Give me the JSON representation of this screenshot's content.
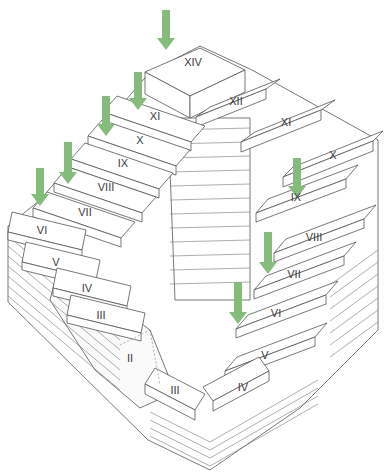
{
  "diagram": {
    "labels": [
      "XIV",
      "XII",
      "XI",
      "XI",
      "X",
      "X",
      "IX",
      "IX",
      "VIII",
      "VIII",
      "VII",
      "VII",
      "VI",
      "VI",
      "V",
      "V",
      "IV",
      "IV",
      "III",
      "III",
      "II"
    ]
  }
}
